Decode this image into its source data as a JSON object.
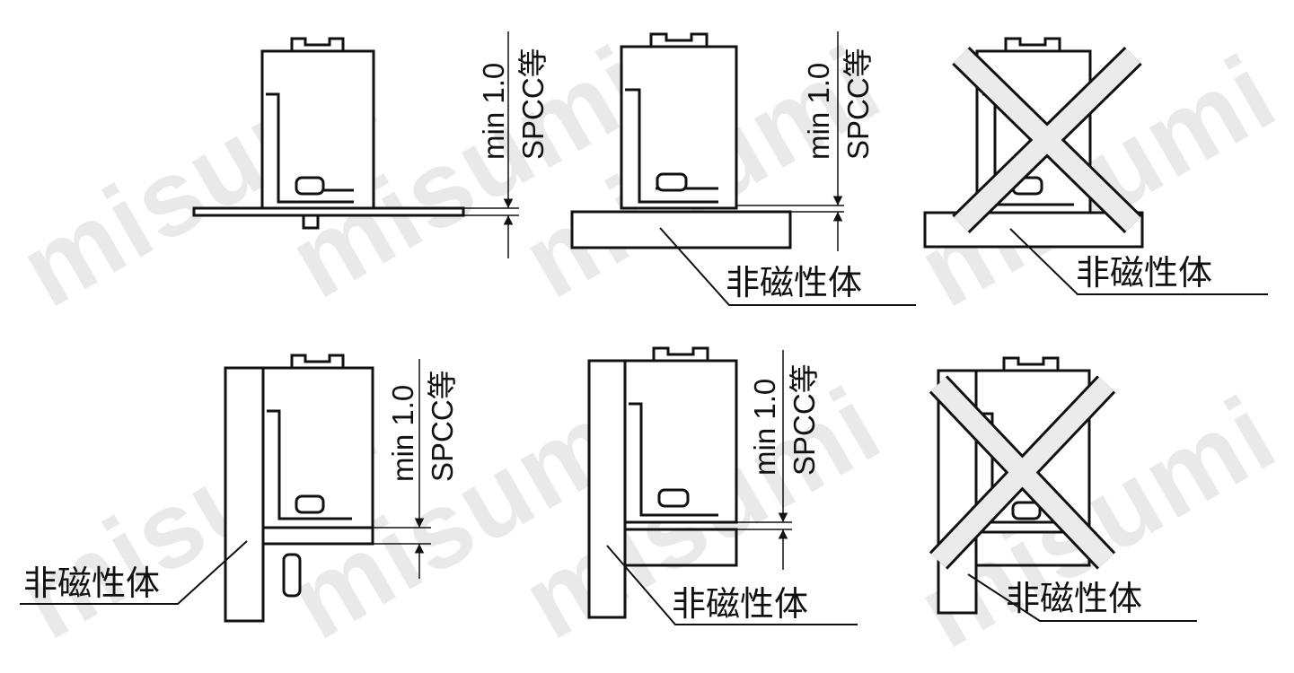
{
  "watermark": "misumi",
  "labels": {
    "min": "min 1.0",
    "material": "SPCC等",
    "nonmagnetic": "非磁性体"
  },
  "colors": {
    "ink": "#111111",
    "cross": "#ffffff",
    "crossFill": "#ebebeb",
    "watermark": "#e9e9e9"
  }
}
